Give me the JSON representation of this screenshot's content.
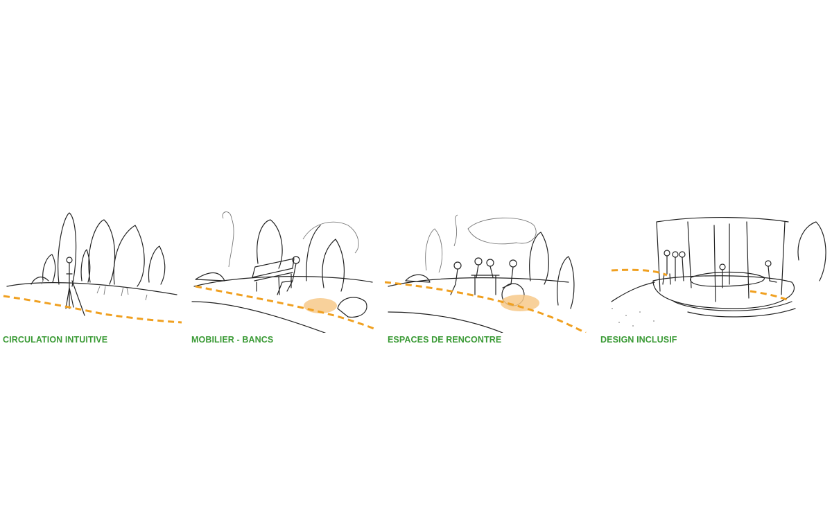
{
  "panels": [
    {
      "label": "CIRCULATION INTUITIVE"
    },
    {
      "label": "MOBILIER - BANCS"
    },
    {
      "label": "ESPACES DE RENCONTRE"
    },
    {
      "label": "DESIGN INCLUSIF"
    }
  ],
  "colors": {
    "label": "#3a9a35",
    "path": "#f0a020",
    "highlight": "#f7c98a"
  }
}
